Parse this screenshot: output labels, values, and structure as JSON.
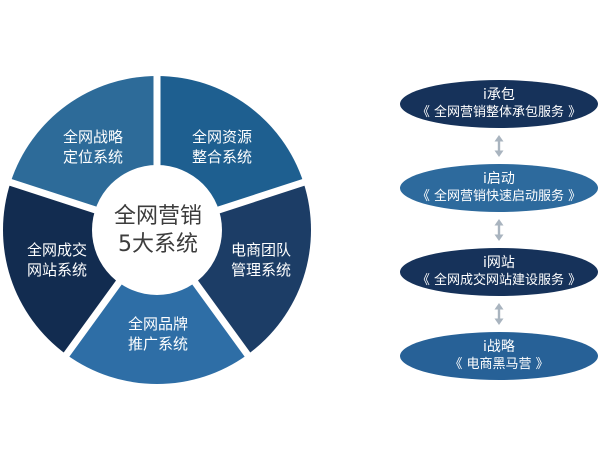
{
  "donut": {
    "center_label": {
      "line1": "全网营销",
      "line2": "5大系统"
    },
    "segments": [
      {
        "id": "strategy",
        "label_line1": "全网战略",
        "label_line2": "定位系统",
        "color": "#2d6b99",
        "start_deg": 90,
        "end_deg": 162
      },
      {
        "id": "resource",
        "label_line1": "全网资源",
        "label_line2": "整合系统",
        "color": "#1e5f90",
        "start_deg": 18,
        "end_deg": 90
      },
      {
        "id": "team",
        "label_line1": "电商团队",
        "label_line2": "管理系统",
        "color": "#1c3d66",
        "start_deg": -54,
        "end_deg": 18
      },
      {
        "id": "brand",
        "label_line1": "全网品牌",
        "label_line2": "推广系统",
        "color": "#2e6ea6",
        "start_deg": 234,
        "end_deg": 306
      },
      {
        "id": "deal",
        "label_line1": "全网成交",
        "label_line2": "网站系统",
        "color": "#122c50",
        "start_deg": 162,
        "end_deg": 234
      }
    ]
  },
  "services": [
    {
      "title": "i承包",
      "subtitle": "《 全网营销整体承包服务 》",
      "color": "#16325a"
    },
    {
      "title": "i启动",
      "subtitle": "《 全网营销快速启动服务 》",
      "color": "#2d6a9d"
    },
    {
      "title": "i网站",
      "subtitle": "《 全网成交网站建设服务 》",
      "color": "#16325a"
    },
    {
      "title": "i战略",
      "subtitle": "《 电商黑马营 》",
      "color": "#276197"
    }
  ],
  "arrow_color": "#a9b4bf",
  "divider_color": "#ffffff"
}
